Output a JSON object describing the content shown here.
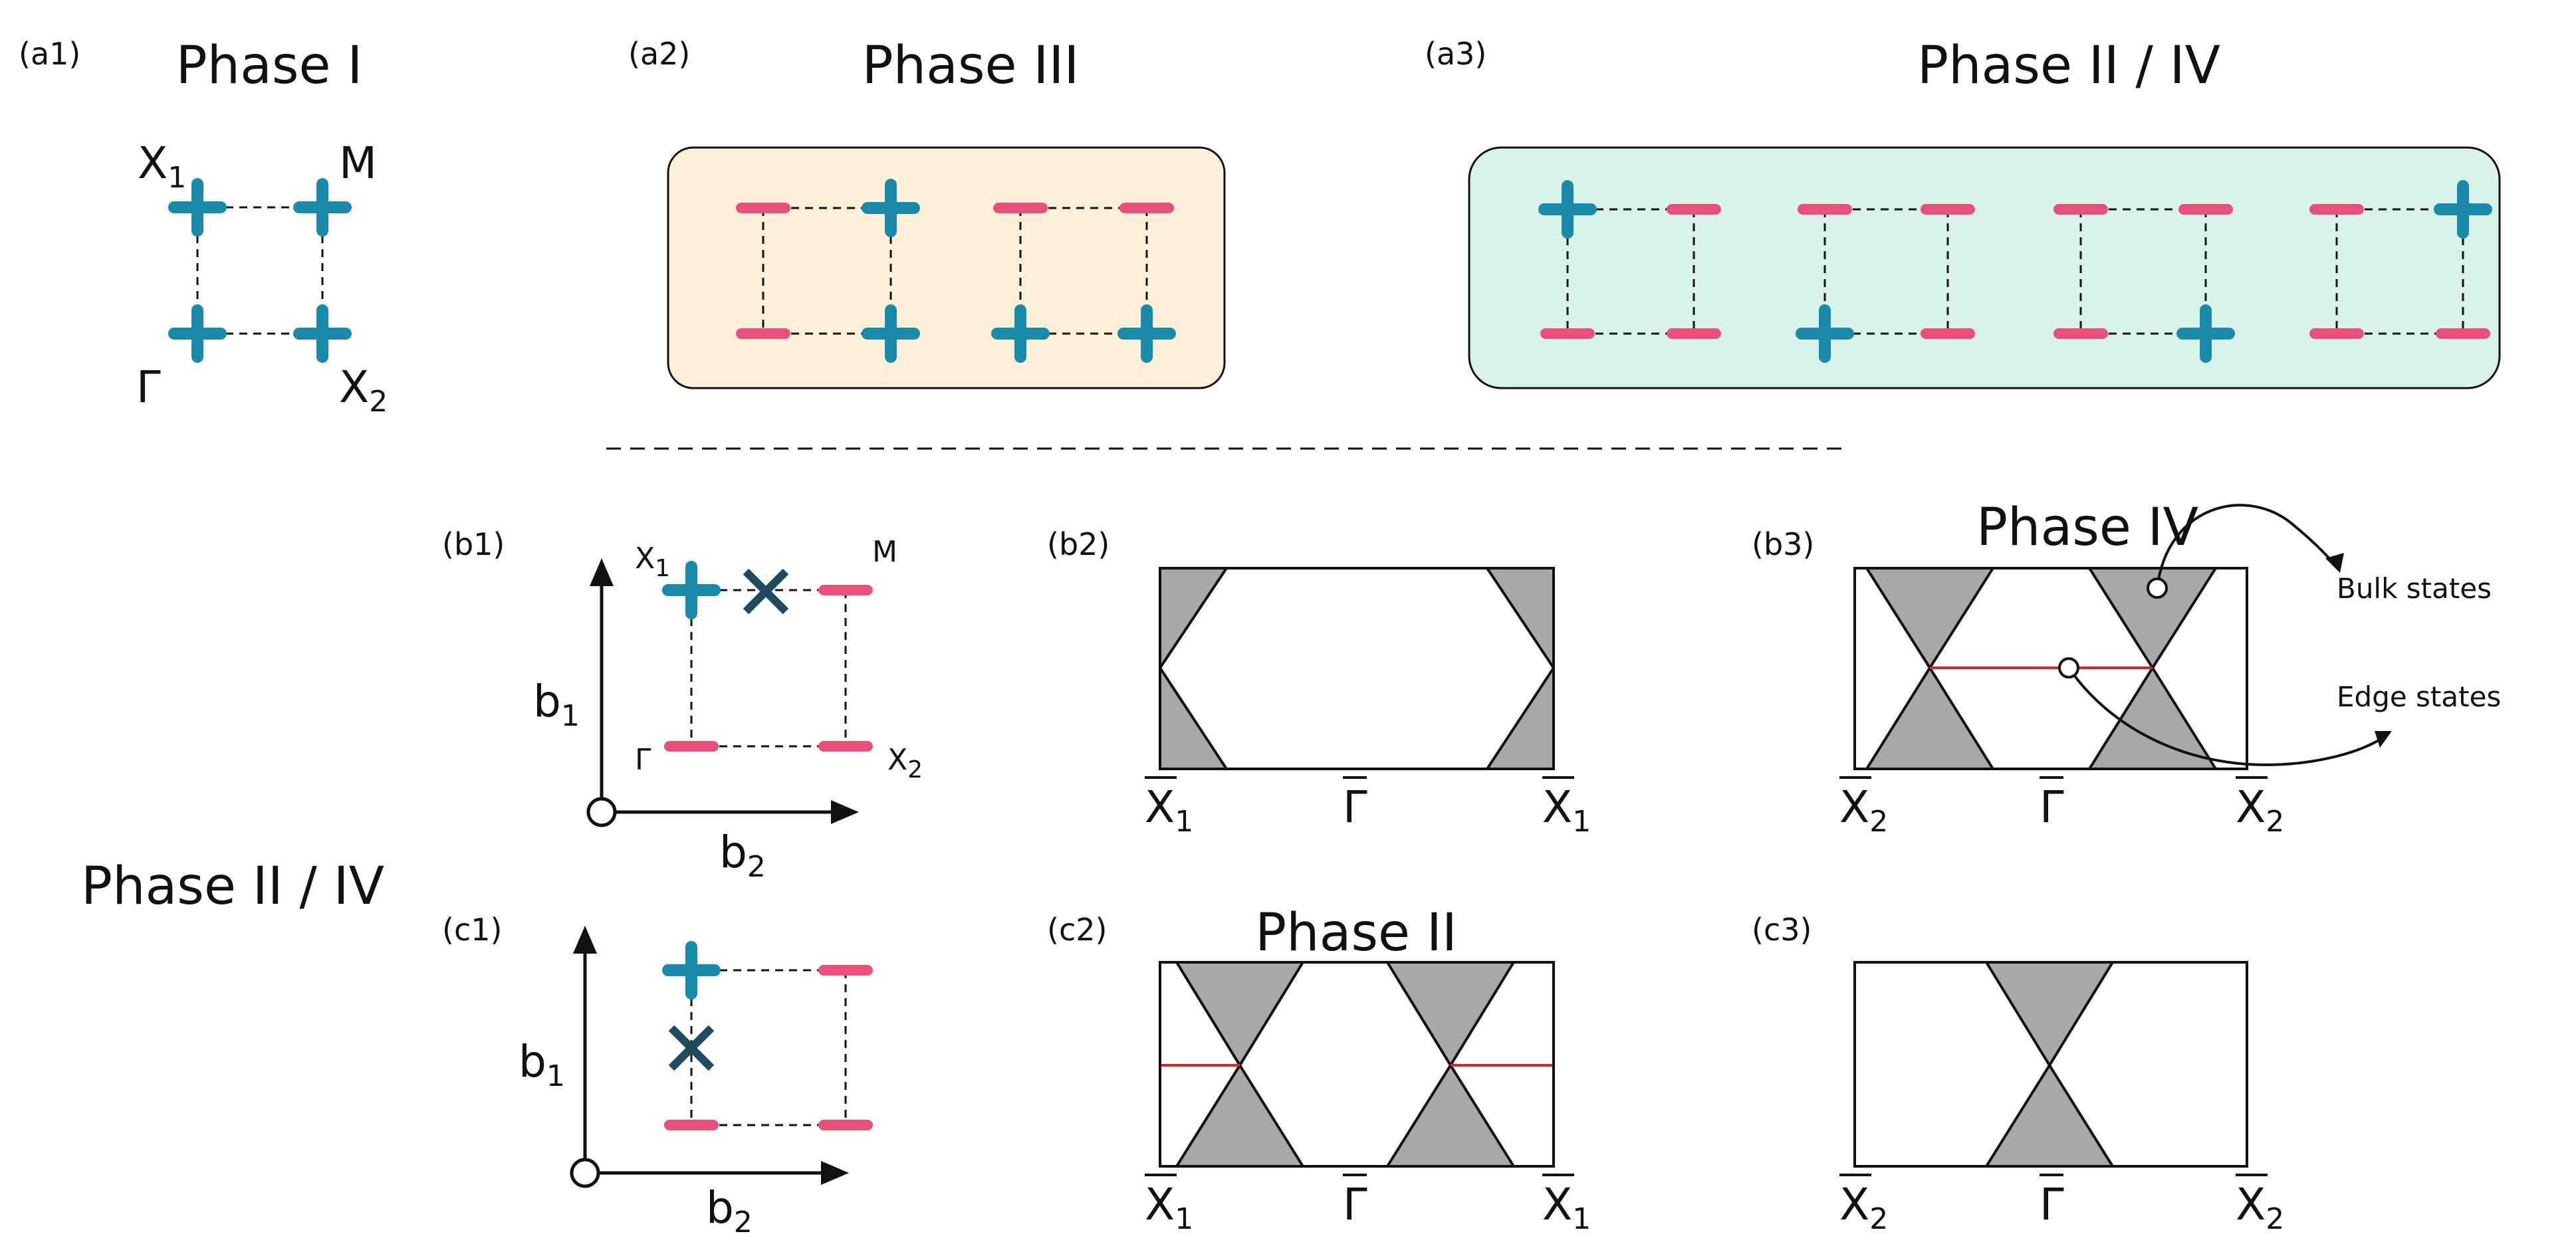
{
  "panel_tags": {
    "a1": "(a1)",
    "a2": "(a2)",
    "a3": "(a3)",
    "b1": "(b1)",
    "b2": "(b2)",
    "b3": "(b3)",
    "c1": "(c1)",
    "c2": "(c2)",
    "c3": "(c3)"
  },
  "titles": {
    "a1": "Phase I",
    "a2": "Phase III",
    "a3": "Phase II / IV",
    "side": "Phase II / IV",
    "b3": "Phase IV",
    "c2": "Phase II"
  },
  "points": {
    "X": "X",
    "M": "M",
    "Gamma": "Γ",
    "sub1": "1",
    "sub2": "2"
  },
  "axes": {
    "b": "b",
    "sub1": "1",
    "sub2": "2"
  },
  "annotations": {
    "bulk": "Bulk states",
    "edge": "Edge states"
  },
  "colors": {
    "plus": "#1a8aab",
    "minus": "#e8507a",
    "phase3_bg": "#fdf0d8",
    "phase24_bg": "#d9f2ea",
    "bulk_fill": "#a8a8a8",
    "edge_state": "#e02424",
    "cross": "#1f4b5c"
  }
}
